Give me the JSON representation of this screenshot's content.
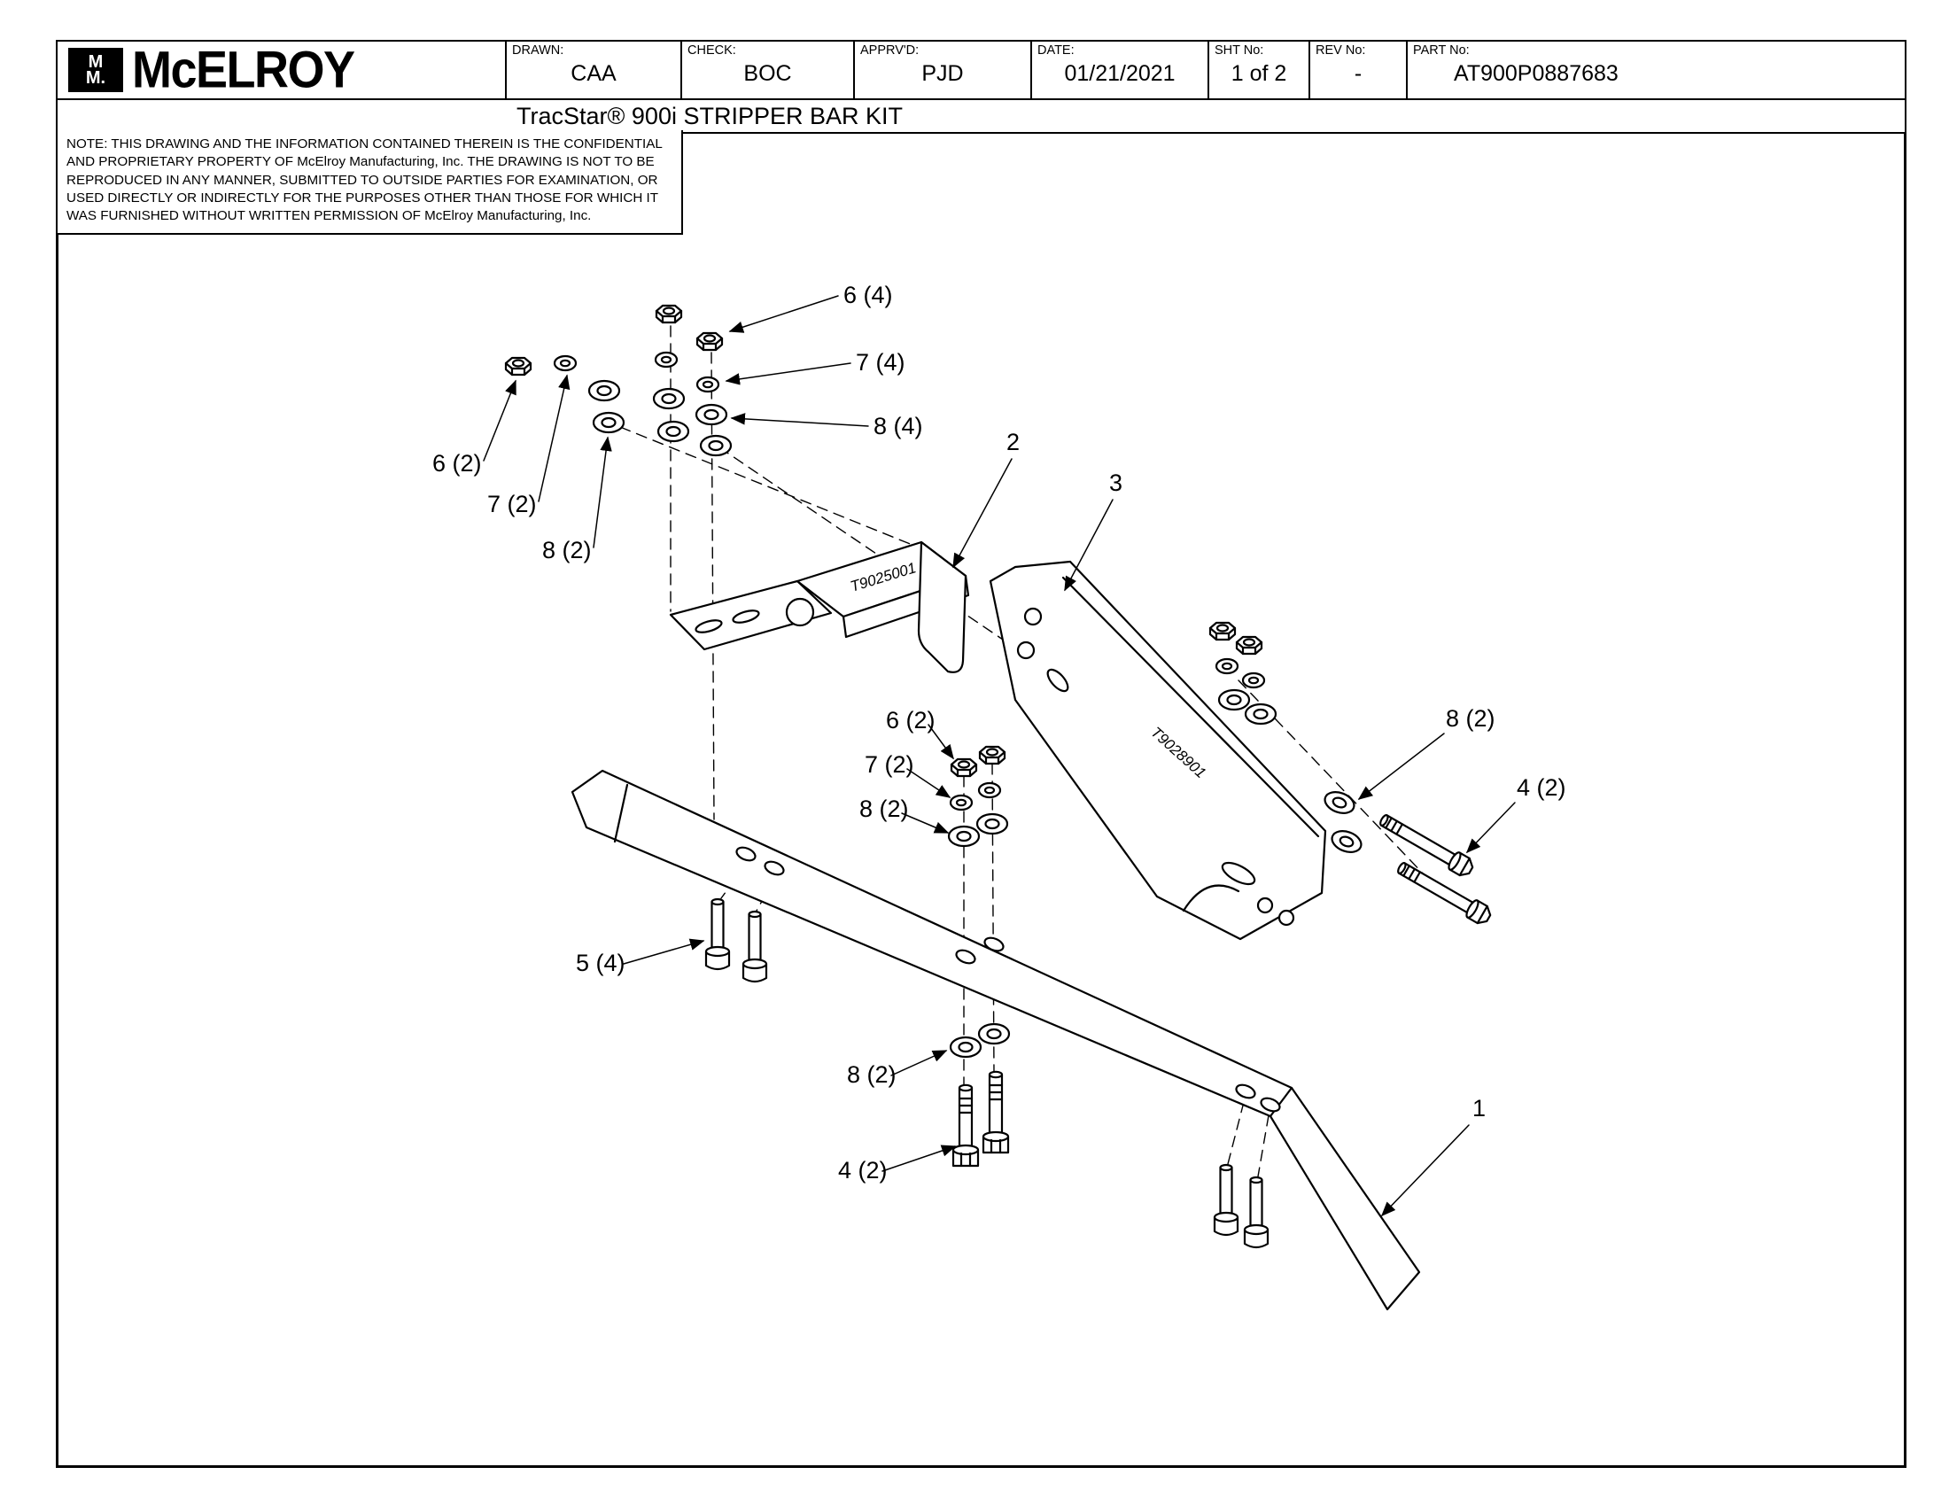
{
  "title_block": {
    "logo_text": "McELROY",
    "logo_mm_top": "M",
    "logo_mm_bottom": "M.",
    "fields": [
      {
        "label": "DRAWN:",
        "value": "CAA"
      },
      {
        "label": "CHECK:",
        "value": "BOC"
      },
      {
        "label": "APPRV'D:",
        "value": "PJD"
      },
      {
        "label": "DATE:",
        "value": "01/21/2021"
      },
      {
        "label": "SHT No:",
        "value": "1 of 2"
      },
      {
        "label": "REV No:",
        "value": "-"
      },
      {
        "label": "PART No:",
        "value": "AT900P0887683"
      }
    ],
    "drawing_title": "TracStar® 900i STRIPPER BAR KIT"
  },
  "note": "NOTE: THIS DRAWING AND THE INFORMATION CONTAINED THEREIN IS THE CONFIDENTIAL AND PROPRIETARY PROPERTY OF McElroy Manufacturing, Inc. THE DRAWING IS NOT TO BE REPRODUCED IN ANY MANNER, SUBMITTED TO OUTSIDE PARTIES FOR EXAMINATION, OR USED DIRECTLY OR INDIRECTLY FOR THE PURPOSES OTHER THAN THOSE FOR WHICH IT WAS FURNISHED WITHOUT WRITTEN PERMISSION OF McElroy Manufacturing, Inc.",
  "callouts": {
    "c6_4": "6 (4)",
    "c7_4": "7 (4)",
    "c8_4": "8 (4)",
    "c2": "2",
    "c3": "3",
    "c6_2_left": "6 (2)",
    "c7_2_left": "7 (2)",
    "c8_2_left": "8 (2)",
    "c6_2_mid": "6 (2)",
    "c7_2_mid": "7 (2)",
    "c8_2_mid": "8 (2)",
    "c5_4": "5 (4)",
    "c8_2_right": "8 (2)",
    "c4_2_right": "4 (2)",
    "c8_2_low": "8 (2)",
    "c4_2_low": "4 (2)",
    "c1": "1"
  },
  "part_marks": {
    "bracket": "T9025001",
    "plate": "T9028901"
  }
}
